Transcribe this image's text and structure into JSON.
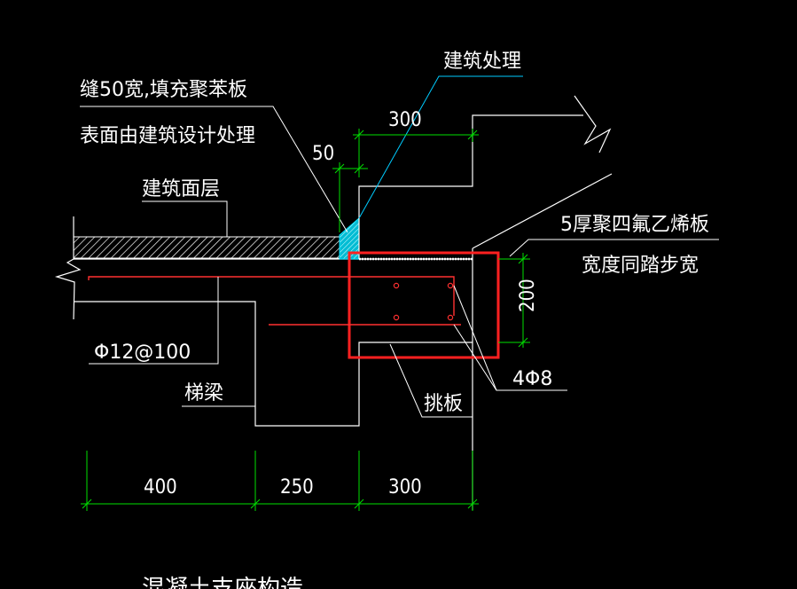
{
  "drawing": {
    "colors": {
      "background": "#000000",
      "line": "#ffffff",
      "dimension": "#00ff00",
      "rebar": "#ff2020",
      "highlight": "#ff2020",
      "leader_cyan": "#00ccff",
      "filler": "#00e5ff"
    },
    "labels": {
      "gap_note_line1": "缝50宽,填充聚苯板",
      "gap_note_line2": "表面由建筑设计处理",
      "arch_treatment": "建筑处理",
      "finish_layer": "建筑面层",
      "ptfe_line1": "5厚聚四氟乙烯板",
      "ptfe_line2": "宽度同踏步宽",
      "rebar_spacing": "Φ12@100",
      "stair_beam": "梯梁",
      "corbel": "挑板",
      "corbel_rebar": "4Φ8",
      "bottom_title": "混凝土支座构造"
    },
    "dimensions": {
      "top_300": "300",
      "gap_50": "50",
      "height_200": "200",
      "bottom_400": "400",
      "bottom_250": "250",
      "bottom_300": "300"
    }
  }
}
